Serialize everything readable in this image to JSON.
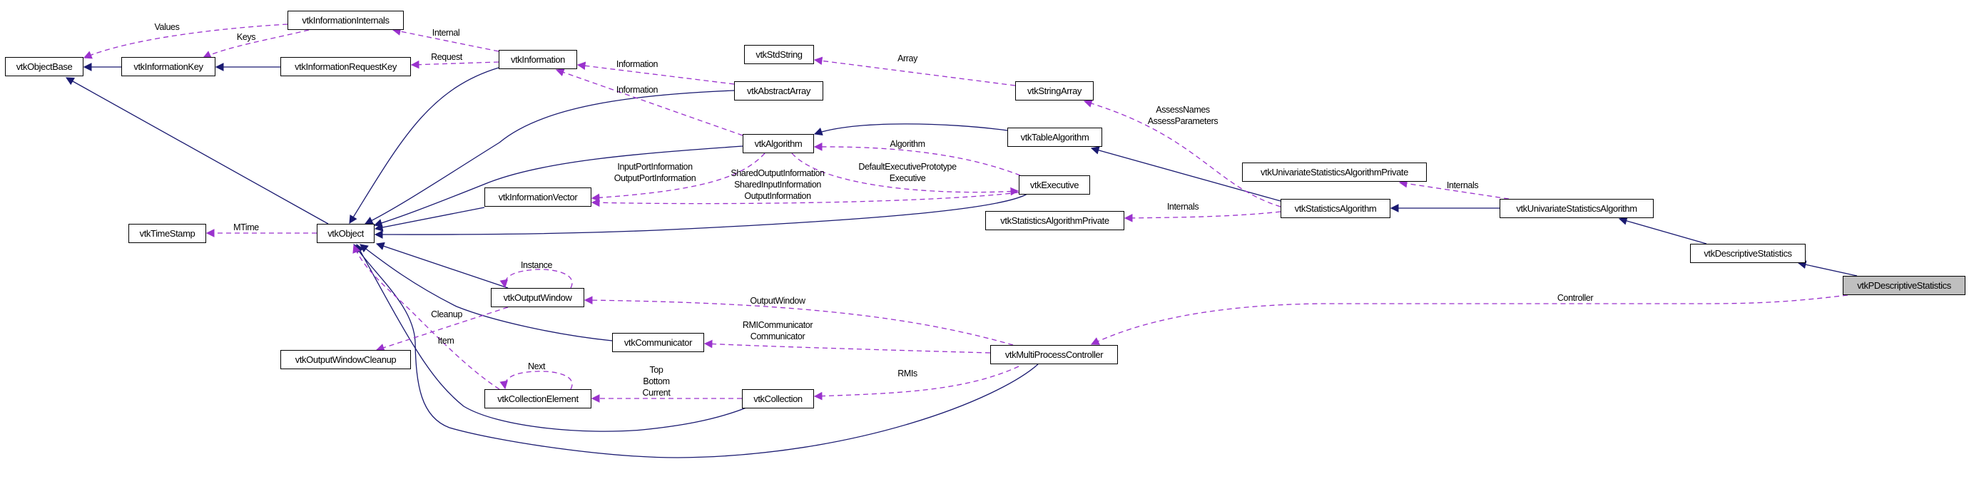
{
  "colors": {
    "inheritance": "#191970",
    "usage": "#9a32cd",
    "current_node": "#bfbfbf"
  },
  "nodes": {
    "objectBase": "vtkObjectBase",
    "informationKey": "vtkInformationKey",
    "informationRequestKey": "vtkInformationRequestKey",
    "informationInternals": "vtkInformationInternals",
    "information": "vtkInformation",
    "informationVector": "vtkInformationVector",
    "timeStamp": "vtkTimeStamp",
    "object": "vtkObject",
    "stdString": "vtkStdString",
    "abstractArray": "vtkAbstractArray",
    "stringArray": "vtkStringArray",
    "algorithm": "vtkAlgorithm",
    "tableAlgorithm": "vtkTableAlgorithm",
    "executive": "vtkExecutive",
    "statisticsAlgorithmPrivate": "vtkStatisticsAlgorithmPrivate",
    "univariatePrivate": "vtkUnivariateStatisticsAlgorithmPrivate",
    "statisticsAlgorithm": "vtkStatisticsAlgorithm",
    "univariate": "vtkUnivariateStatisticsAlgorithm",
    "descriptive": "vtkDescriptiveStatistics",
    "pdescriptive": "vtkPDescriptiveStatistics",
    "outputWindow": "vtkOutputWindow",
    "outputWindowCleanup": "vtkOutputWindowCleanup",
    "communicator": "vtkCommunicator",
    "collectionElement": "vtkCollectionElement",
    "collection": "vtkCollection",
    "multiProcessController": "vtkMultiProcessController"
  },
  "edge_labels": {
    "values": "Values",
    "keys": "Keys",
    "internal": "Internal",
    "request": "Request",
    "information1": "Information",
    "information2": "Information",
    "inputPortInformation": "InputPortInformation",
    "outputPortInformation": "OutputPortInformation",
    "sharedOutputInformation": "SharedOutputInformation",
    "sharedInputInformation": "SharedInputInformation",
    "outputInformation": "OutputInformation",
    "algorithm": "Algorithm",
    "defaultExecutivePrototype": "DefaultExecutivePrototype",
    "executive": "Executive",
    "array": "Array",
    "assessNames": "AssessNames",
    "assessParameters": "AssessParameters",
    "internals1": "Internals",
    "internals2": "Internals",
    "mtime": "MTime",
    "instance": "Instance",
    "cleanup": "Cleanup",
    "item": "Item",
    "next": "Next",
    "top": "Top",
    "bottom": "Bottom",
    "current": "Current",
    "outputWindow": "OutputWindow",
    "rmiCommunicator": "RMICommunicator",
    "communicator": "Communicator",
    "rmis": "RMIs",
    "controller": "Controller"
  }
}
